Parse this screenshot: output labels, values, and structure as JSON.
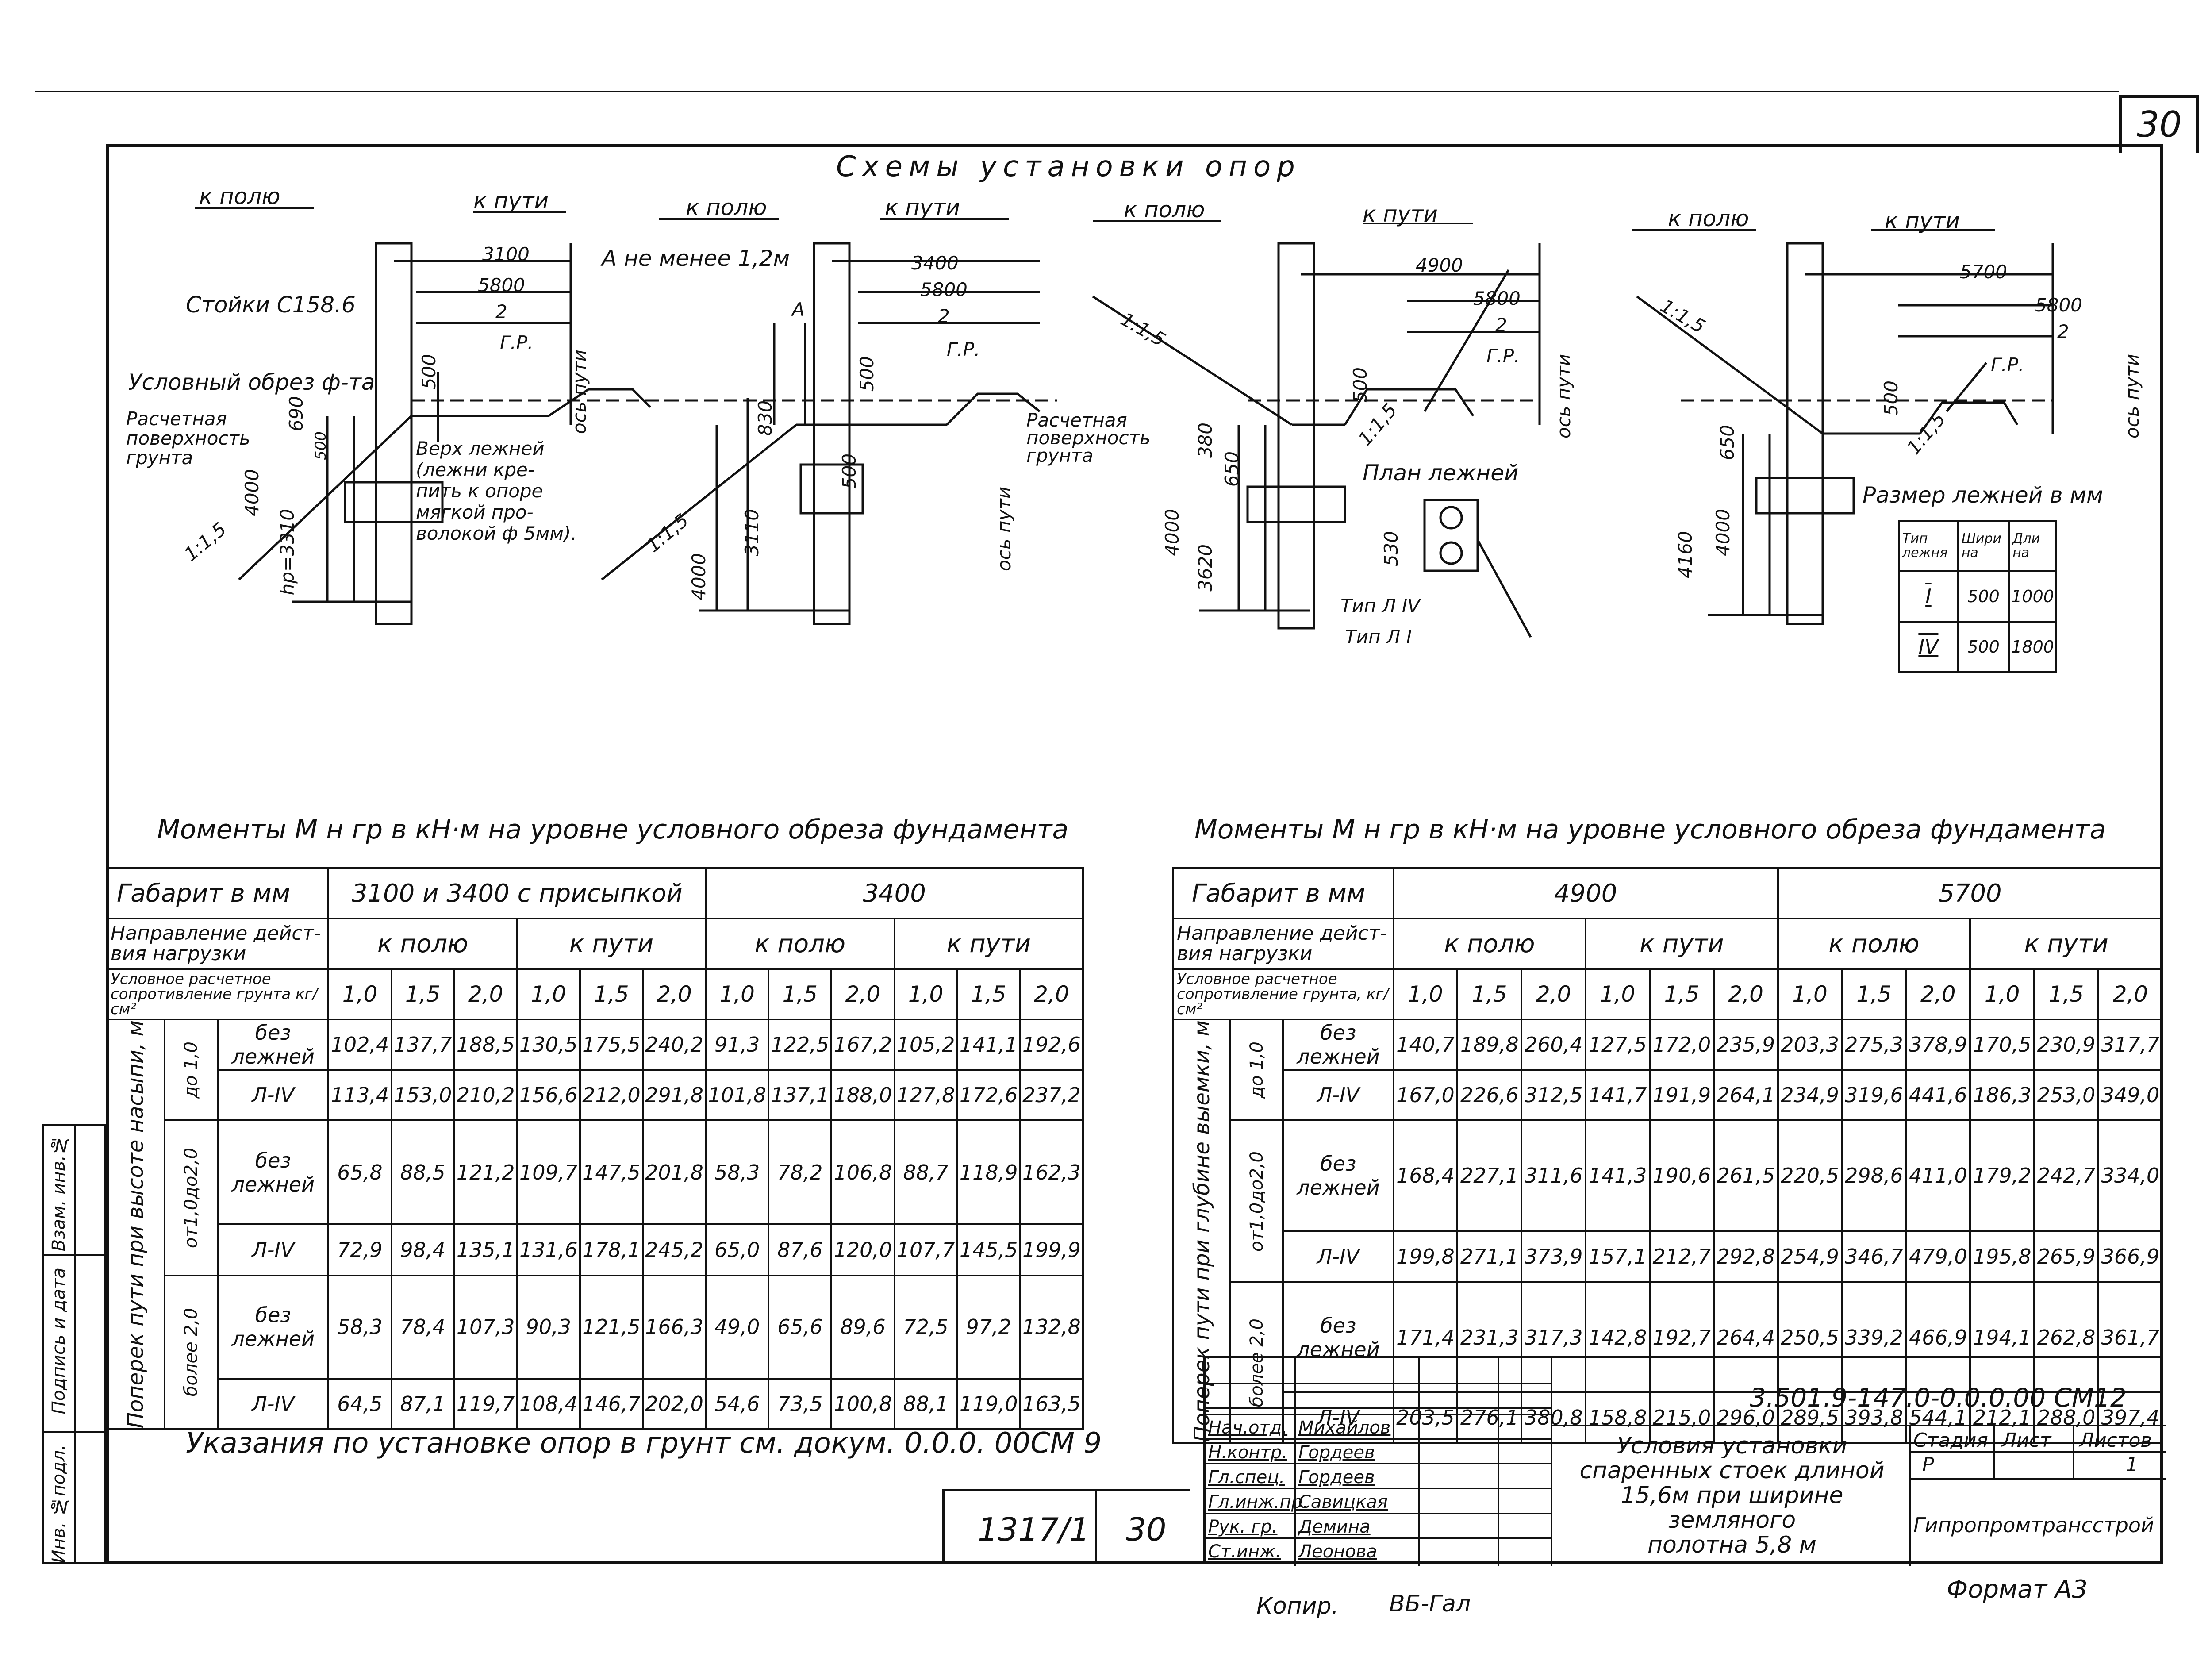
{
  "sheet_number": "30",
  "schemes_title": "Схемы установки опор",
  "schemes": [
    {
      "to_field": "к полю",
      "to_track": "к пути",
      "dim_top": "3100",
      "half_width": "5800",
      "half_den": "2",
      "gr": "Г.Р.",
      "d500": "500",
      "d690": "690",
      "d500b": "500",
      "d4000": "4000",
      "hp": "hp=3310",
      "slope": "1:1,5",
      "axis": "ось пути"
    },
    {
      "to_field": "к полю",
      "to_track": "к пути",
      "dim_top": "3400",
      "half_width": "5800",
      "half_den": "2",
      "gr": "Г.Р.",
      "d500": "500",
      "d830": "830",
      "d500b": "500",
      "d4000": "4000",
      "d3110": "3110",
      "slope": "1:1,5",
      "A": "А",
      "note_a": "А не менее 1,2м",
      "axis": "ось пути"
    },
    {
      "to_field": "к полю",
      "to_track": "к пути",
      "dim_top": "4900",
      "half_width": "5800",
      "half_den": "2",
      "gr": "Г.Р.",
      "d500": "500",
      "d380": "380",
      "d650": "650",
      "d4000": "4000",
      "d3620": "3620",
      "d530": "530",
      "slope1": "1:1,5",
      "slope2": "1:1,5",
      "axis": "ось пути",
      "plan": "План лежней",
      "type1": "Тип Л IV",
      "type2": "Тип Л I"
    },
    {
      "to_field": "к полю",
      "to_track": "к пути",
      "dim_top": "5700",
      "half_width": "5800",
      "half_den": "2",
      "gr": "Г.Р.",
      "d500": "500",
      "d650": "650",
      "d4160": "4160",
      "d4000": "4000",
      "slope1": "1:1,5",
      "slope2": "1:1,5",
      "axis": "ось пути"
    }
  ],
  "labels": {
    "posts": "Стойки С158.6",
    "foundation_cut": "Условный обрез ф-та",
    "calc_surface": [
      "Расчетная",
      "поверхность",
      "грунта"
    ],
    "calc_surface2": [
      "Расчетная",
      "поверхность",
      "грунта"
    ],
    "sleeper_note": [
      "Верх лежней",
      "(лежни кре-",
      "пить к опоре",
      "мягкой про-",
      "волокой ф 5мм)."
    ],
    "size_title": "Размер лежней в мм"
  },
  "size_table": {
    "headers": [
      "Тип лежня",
      "Шири на",
      "Дли на"
    ],
    "rows": [
      [
        "I",
        "500",
        "1000"
      ],
      [
        "IV",
        "500",
        "1800"
      ]
    ]
  },
  "left_table": {
    "title": "Моменты М н гр в кН·м на уровне условного обреза фундамента",
    "gabarit_label": "Габарит в мм",
    "gabarit_groups": [
      "3100 и 3400 с присыпкой",
      "3400"
    ],
    "direction_label": "Направление дейст- вия нагрузки",
    "directions": [
      "к полю",
      "к пути",
      "к полю",
      "к пути"
    ],
    "resistance_label": "Условное расчетное сопротивление грунта кг/см²",
    "resistance_values": [
      "1,0",
      "1,5",
      "2,0",
      "1,0",
      "1,5",
      "2,0",
      "1,0",
      "1,5",
      "2,0",
      "1,0",
      "1,5",
      "2,0"
    ],
    "row_axis_label": "Поперек пути при высоте насыпи, м",
    "height_groups": [
      "до 1,0",
      "от1,0до2,0",
      "более 2,0"
    ],
    "rows": [
      {
        "type": "без лежней",
        "values": [
          "102,4",
          "137,7",
          "188,5",
          "130,5",
          "175,5",
          "240,2",
          "91,3",
          "122,5",
          "167,2",
          "105,2",
          "141,1",
          "192,6"
        ]
      },
      {
        "type": "Л-IV",
        "values": [
          "113,4",
          "153,0",
          "210,2",
          "156,6",
          "212,0",
          "291,8",
          "101,8",
          "137,1",
          "188,0",
          "127,8",
          "172,6",
          "237,2"
        ]
      },
      {
        "type": "без лежней",
        "values": [
          "65,8",
          "88,5",
          "121,2",
          "109,7",
          "147,5",
          "201,8",
          "58,3",
          "78,2",
          "106,8",
          "88,7",
          "118,9",
          "162,3"
        ]
      },
      {
        "type": "Л-IV",
        "values": [
          "72,9",
          "98,4",
          "135,1",
          "131,6",
          "178,1",
          "245,2",
          "65,0",
          "87,6",
          "120,0",
          "107,7",
          "145,5",
          "199,9"
        ]
      },
      {
        "type": "без лежней",
        "values": [
          "58,3",
          "78,4",
          "107,3",
          "90,3",
          "121,5",
          "166,3",
          "49,0",
          "65,6",
          "89,6",
          "72,5",
          "97,2",
          "132,8"
        ]
      },
      {
        "type": "Л-IV",
        "values": [
          "64,5",
          "87,1",
          "119,7",
          "108,4",
          "146,7",
          "202,0",
          "54,6",
          "73,5",
          "100,8",
          "88,1",
          "119,0",
          "163,5"
        ]
      }
    ]
  },
  "right_table": {
    "title": "Моменты М н гр в кН·м на уровне условного обреза фундамента",
    "gabarit_label": "Габарит в мм",
    "gabarit_groups": [
      "4900",
      "5700"
    ],
    "direction_label": "Направление дейст- вия нагрузки",
    "directions": [
      "к полю",
      "к пути",
      "к полю",
      "к пути"
    ],
    "resistance_label": "Условное расчетное сопротивление грунта, кг/см²",
    "resistance_values": [
      "1,0",
      "1,5",
      "2,0",
      "1,0",
      "1,5",
      "2,0",
      "1,0",
      "1,5",
      "2,0",
      "1,0",
      "1,5",
      "2,0"
    ],
    "row_axis_label": "Поперек пути при глубине выемки, м",
    "height_groups": [
      "до 1,0",
      "от1,0до2,0",
      "более 2,0"
    ],
    "rows": [
      {
        "type": "без лежней",
        "values": [
          "140,7",
          "189,8",
          "260,4",
          "127,5",
          "172,0",
          "235,9",
          "203,3",
          "275,3",
          "378,9",
          "170,5",
          "230,9",
          "317,7"
        ]
      },
      {
        "type": "Л-IV",
        "values": [
          "167,0",
          "226,6",
          "312,5",
          "141,7",
          "191,9",
          "264,1",
          "234,9",
          "319,6",
          "441,6",
          "186,3",
          "253,0",
          "349,0"
        ]
      },
      {
        "type": "без лежней",
        "values": [
          "168,4",
          "227,1",
          "311,6",
          "141,3",
          "190,6",
          "261,5",
          "220,5",
          "298,6",
          "411,0",
          "179,2",
          "242,7",
          "334,0"
        ]
      },
      {
        "type": "Л-IV",
        "values": [
          "199,8",
          "271,1",
          "373,9",
          "157,1",
          "212,7",
          "292,8",
          "254,9",
          "346,7",
          "479,0",
          "195,8",
          "265,9",
          "366,9"
        ]
      },
      {
        "type": "без лежней",
        "values": [
          "171,4",
          "231,3",
          "317,3",
          "142,8",
          "192,7",
          "264,4",
          "250,5",
          "339,2",
          "466,9",
          "194,1",
          "262,8",
          "361,7"
        ]
      },
      {
        "type": "Л-IV",
        "values": [
          "203,5",
          "276,1",
          "380,8",
          "158,8",
          "215,0",
          "296,0",
          "289,5",
          "393,8",
          "544,1",
          "212,1",
          "288,0",
          "397,4"
        ]
      }
    ]
  },
  "note": "Указания по установке опор в грунт см. докум. 0.0.0. 00СМ 9",
  "side_stamp": [
    "Инв. №подл.",
    "Подпись и дата",
    "Взам. инв.№"
  ],
  "album": "1317/1",
  "album_sheet": "30",
  "doc_code": "3.501.9-147.0-0.0.0.00 СМ12",
  "staff": [
    {
      "role": "Нач.отд.",
      "name": "Михайлов"
    },
    {
      "role": "Н.контр.",
      "name": "Гордеев"
    },
    {
      "role": "Гл.спец.",
      "name": "Гордеев"
    },
    {
      "role": "Гл.инж.пр.",
      "name": "Савицкая"
    },
    {
      "role": "Рук. гр.",
      "name": "Демина"
    },
    {
      "role": "Ст.инж.",
      "name": "Леонова"
    }
  ],
  "doc_title": [
    "Условия установки",
    "спаренных стоек длиной",
    "15,6м при ширине земляного",
    "полотна 5,8 м"
  ],
  "stage_headers": [
    "Стадия",
    "Лист",
    "Листов"
  ],
  "stage_values": [
    "Р",
    "",
    "1"
  ],
  "org": "Гипропромтрансстрой",
  "copy_label": "Копир.",
  "copy_value": "ВБ-Гал",
  "format": "Формат А3"
}
